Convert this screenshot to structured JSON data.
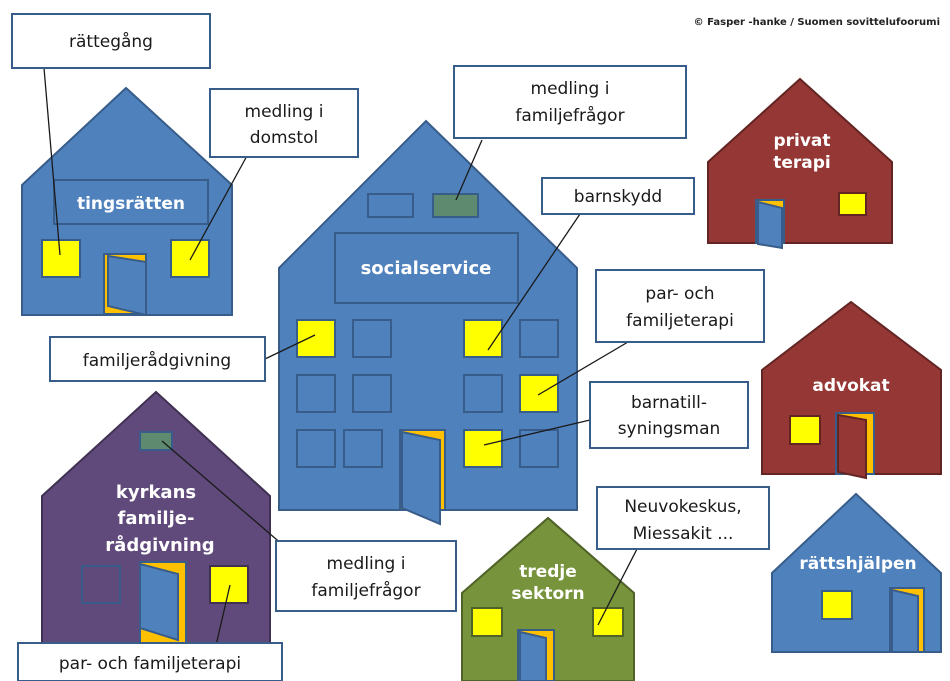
{
  "copyright": "© Fasper -hanke / Suomen sovittelufoorumi",
  "colors": {
    "blue_house": "#4F81BD",
    "dark_red_house": "#953735",
    "purple_house": "#604A7B",
    "green_house": "#77933C",
    "window_yellow": "#FFFF00",
    "window_green": "#5E8B6F",
    "door_orange": "#FFC000",
    "outline_blue": "#385D8A",
    "label_border": "#385D8A"
  },
  "houses": {
    "tingsratten": "tingsrätten",
    "socialservice": "socialservice",
    "privat_terapi": [
      "privat",
      "terapi"
    ],
    "advokat": "advokat",
    "kyrkans": [
      "kyrkans",
      "familje-",
      "rådgivning"
    ],
    "tredje_sektorn": [
      "tredje",
      "sektorn"
    ],
    "rattshjalpen": "rättshjälpen"
  },
  "callouts": {
    "rattegang": [
      "rättegång"
    ],
    "medling_domstol": [
      "medling i",
      "domstol"
    ],
    "medling_familj_top": [
      "medling i",
      "familjefrågor"
    ],
    "barnskydd": [
      "barnskydd"
    ],
    "par_familj_right": [
      "par- och",
      "familjeterapi"
    ],
    "familjeradgivning": [
      "familjerådgivning"
    ],
    "barnatillsyningsman": [
      "barnatill-",
      "syningsman"
    ],
    "neuvokeskus": [
      "Neuvokeskus,",
      "Miessakit ..."
    ],
    "medling_familj_bottom": [
      "medling i",
      "familjefrågor"
    ],
    "par_familj_bottom": [
      "par- och familjeterapi"
    ]
  }
}
